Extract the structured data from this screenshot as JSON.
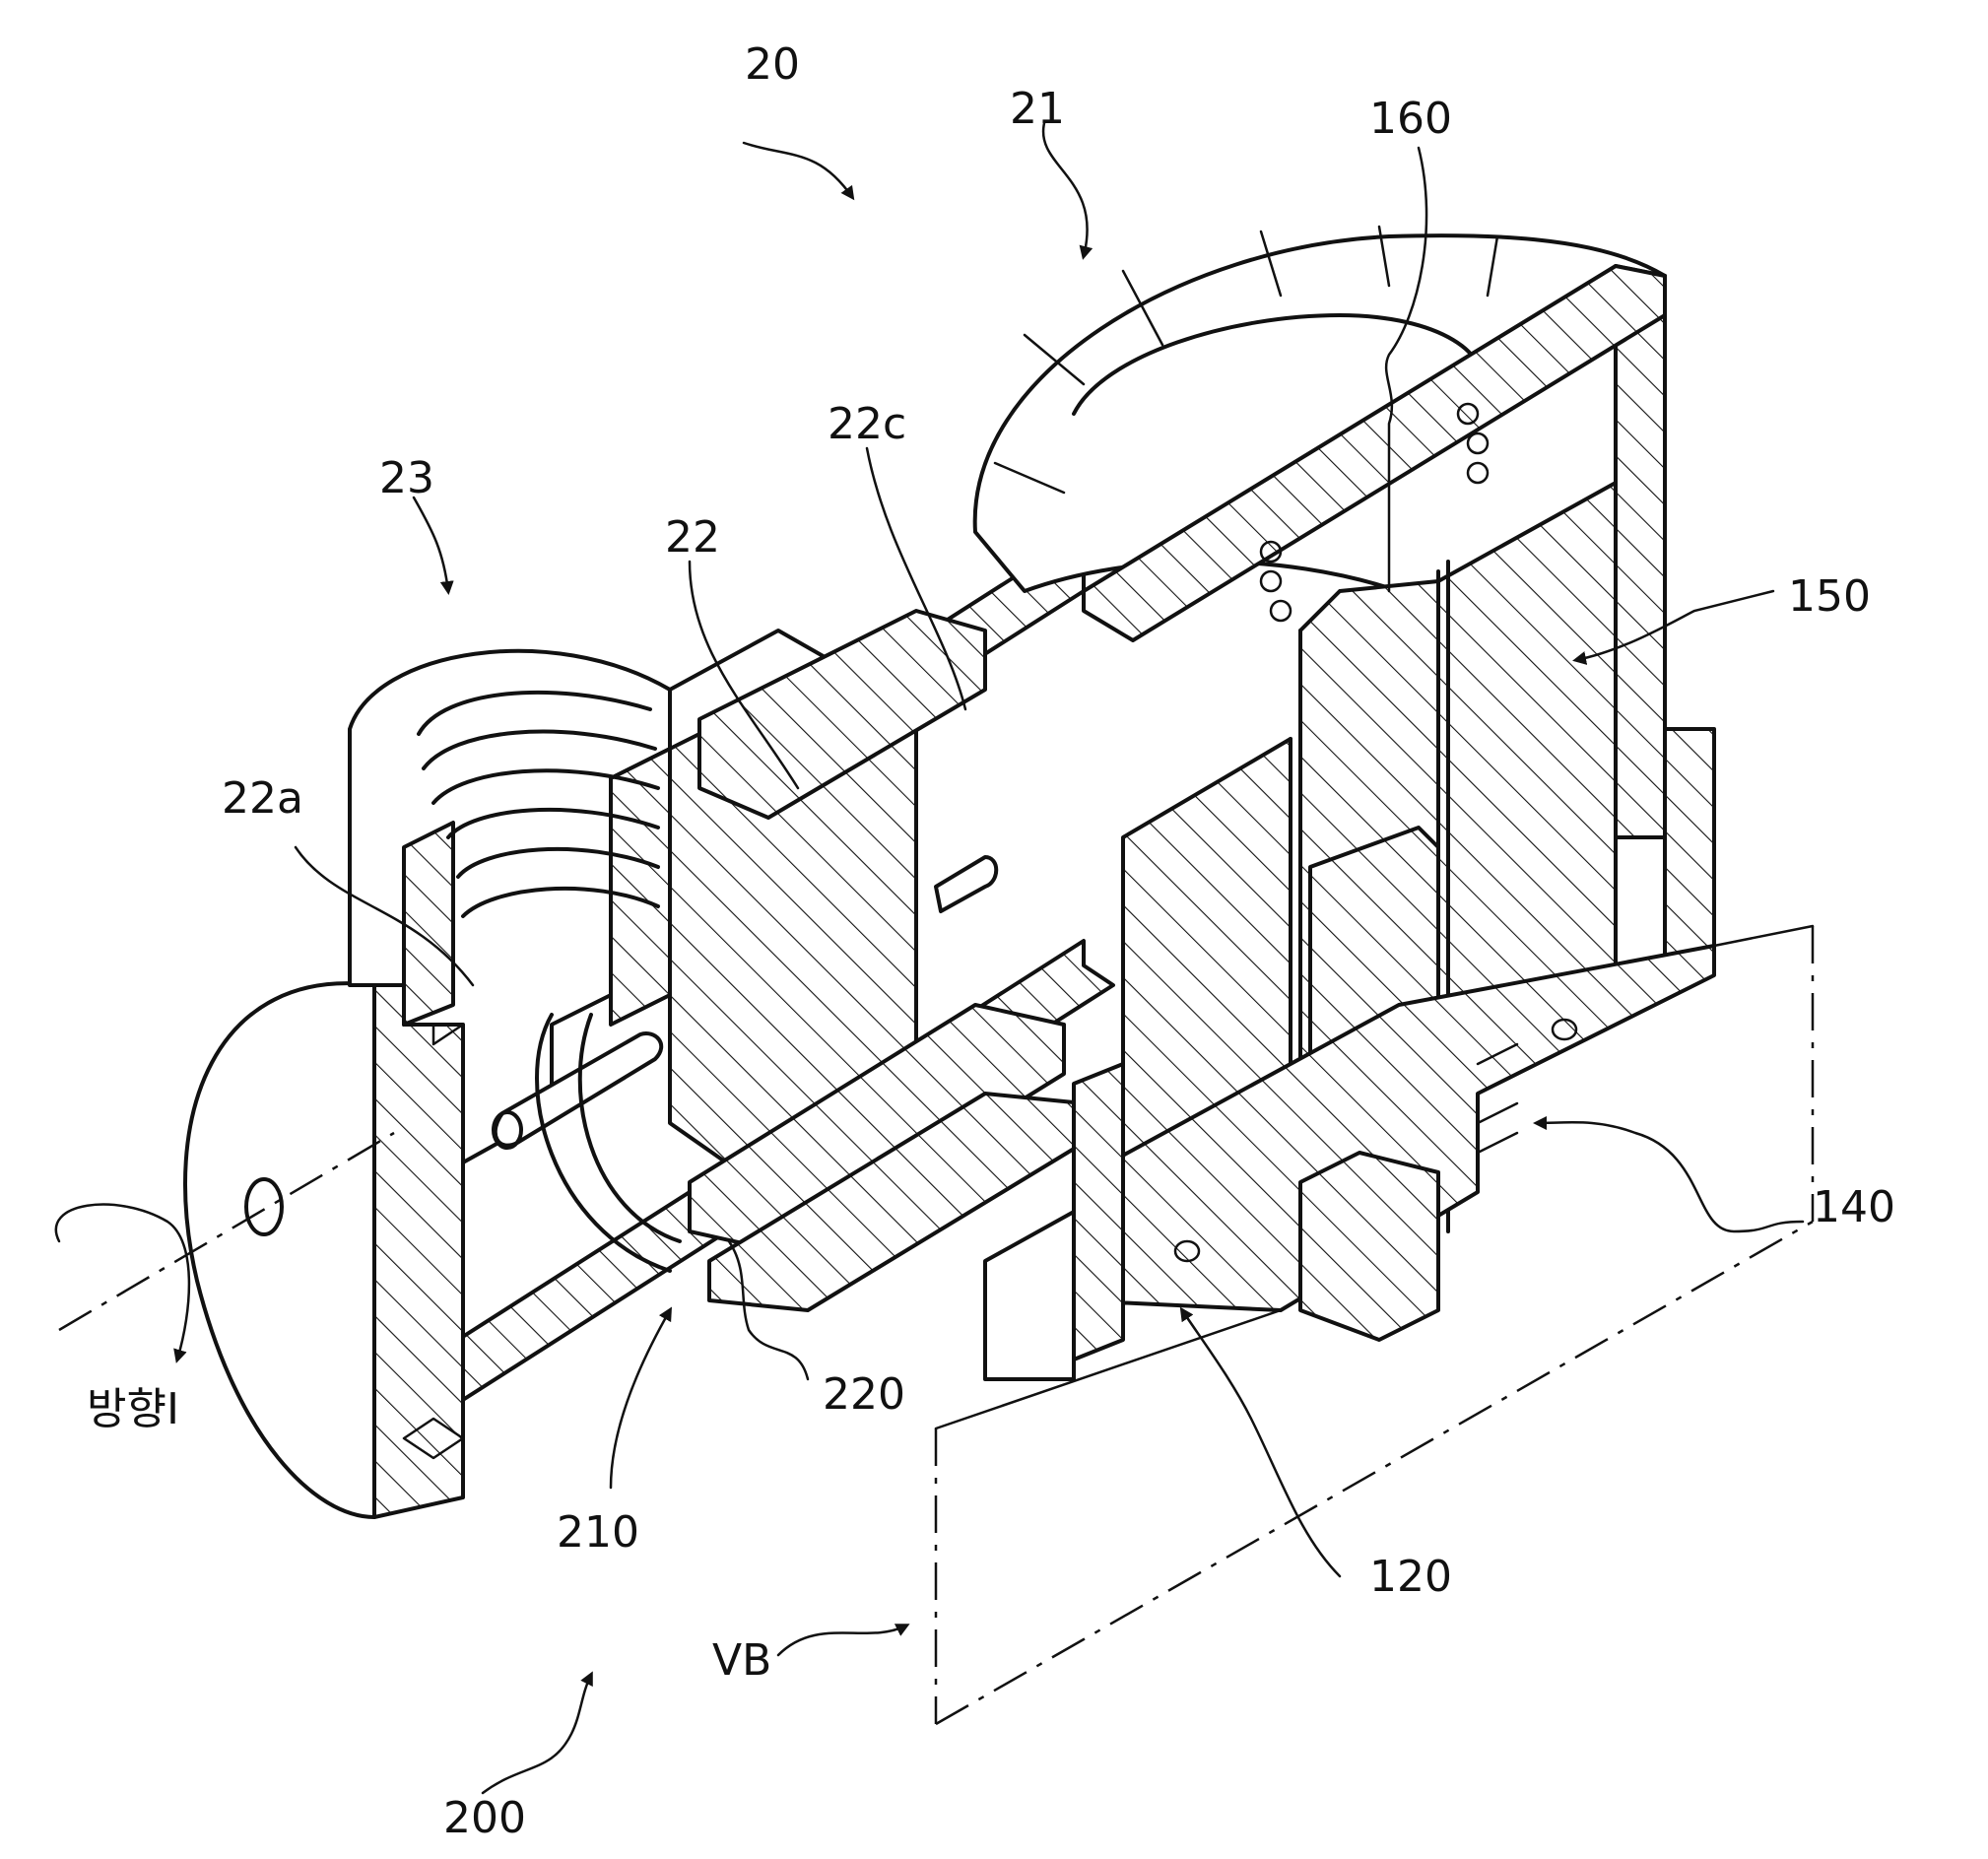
{
  "labels": {
    "l20": "20",
    "l21": "21",
    "l160": "160",
    "l22c": "22c",
    "l23": "23",
    "l22": "22",
    "l150": "150",
    "l22a": "22a",
    "l140": "140",
    "l220": "220",
    "l210": "210",
    "l120": "120",
    "l_direction": "방향I",
    "lVB": "VB",
    "l200": "200"
  }
}
